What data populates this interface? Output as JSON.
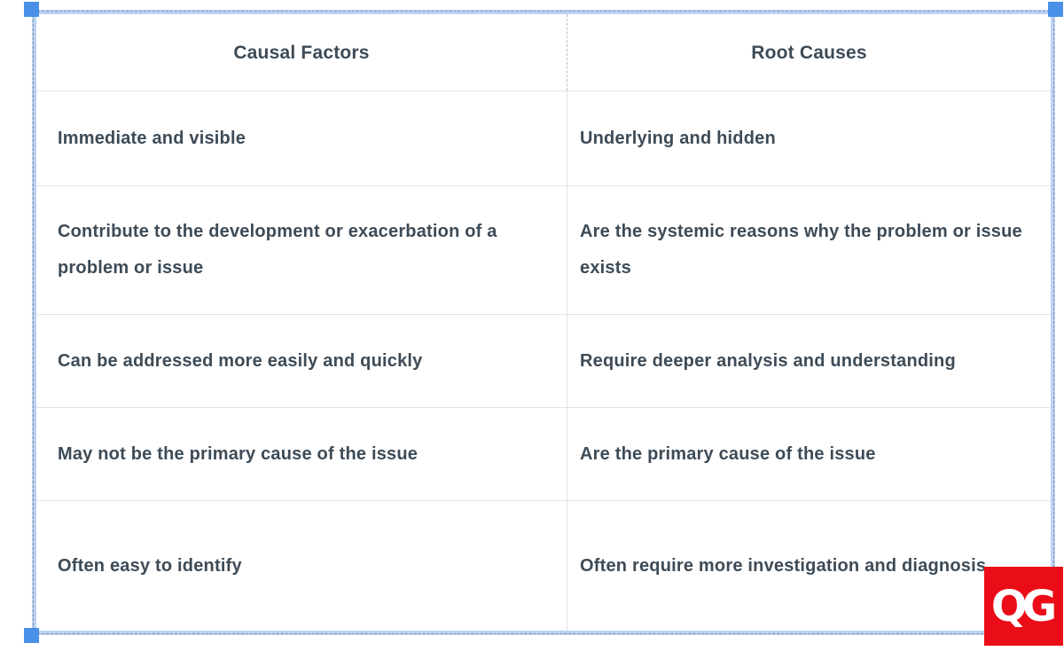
{
  "colors": {
    "frame-blue": "#b9d3f5",
    "handle-blue": "#4a90e8",
    "marquee-gray": "#8a929b",
    "cell-border": "#e4e4e6",
    "header-divider": "#b7bdc5",
    "text": "#3d4b57",
    "logo-red": "#ea0c17",
    "logo-text": "#ffffff"
  },
  "table": {
    "headers": [
      "Causal Factors",
      "Root Causes"
    ],
    "rows": [
      [
        "Immediate and visible",
        "Underlying and hidden"
      ],
      [
        "Contribute to the development or exacerbation of a problem or issue",
        "Are the systemic reasons why the problem or issue exists"
      ],
      [
        "Can be addressed more easily and quickly",
        "Require deeper analysis and understanding"
      ],
      [
        "May not be the primary cause of the issue",
        "Are the primary cause of the issue"
      ],
      [
        "Often easy to identify",
        "Often require more investigation and diagnosis"
      ]
    ]
  },
  "logo": {
    "text": "QG"
  }
}
